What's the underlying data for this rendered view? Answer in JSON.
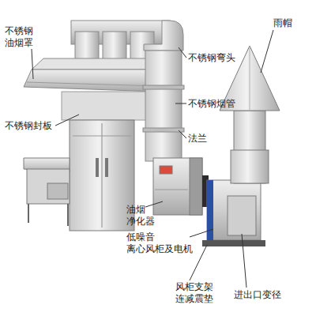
{
  "diagram": {
    "labels": [
      "不锈钢 油烟罩",
      "不锈钢弯头",
      "不锈钢烟管",
      "法兰",
      "雨帽",
      "不锈钢封板",
      "油烟 净化器",
      "低噪音 离心风柜及电机",
      "风柜支架 连减震垫",
      "进出口变径"
    ]
  }
}
